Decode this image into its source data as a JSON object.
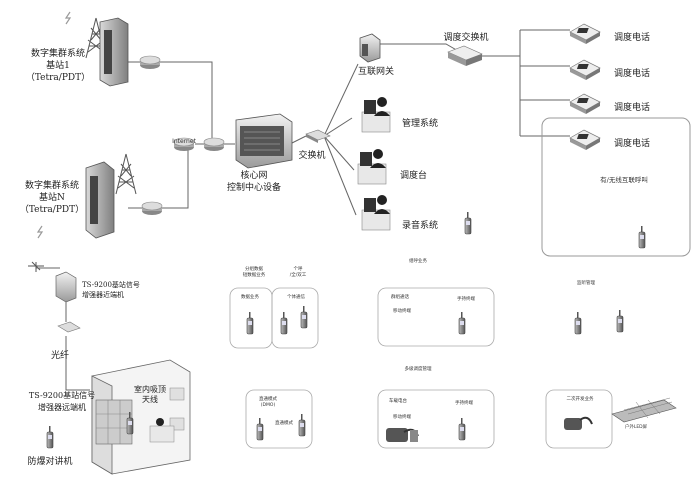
{
  "labels": {
    "bs1_l1": "数字集群系统",
    "bs1_l2": "基站1",
    "bs1_l3": "（Tetra/PDT）",
    "bsn_l1": "数字集群系统",
    "bsn_l2": "基站N",
    "bsn_l3": "（Tetra/PDT）",
    "internet": "Internet",
    "core_l1": "核心网",
    "core_l2": "控制中心设备",
    "switch": "交换机",
    "gateway": "互联网关",
    "dispatch_switch": "调度交换机",
    "mgmt": "管理系统",
    "console": "调度台",
    "recorder": "录音系统",
    "phone": "调度电话",
    "wired_wireless": "有/无线互联呼叫",
    "remote_l1": "TS-9200基站信号",
    "remote_l2": "增强器近端机",
    "fiber": "光纤",
    "far_l1": "TS-9200基站信号",
    "far_l2": "增强器远端机",
    "indoor_ant_l1": "室内吸顶",
    "indoor_ant_l2": "天线",
    "explosion_radio": "防爆对讲机",
    "grp_data_title_l1": "分组数据",
    "grp_data_title_l2": "短数据业务",
    "single_title_l1": "个呼",
    "single_title_l2": "/全/双工",
    "data_service": "数据业务",
    "individual_call": "个体通信",
    "group_call_title": "组呼业务",
    "group_comm": "群组通话",
    "mobile_terminal": "移动终端",
    "handheld_terminal": "手持终端",
    "monitor_title": "监听管理",
    "dispatch_mgmt_title": "多级调度管理",
    "vehicle_station": "车载电台",
    "direct_mode": "直通模式",
    "dmo": "(DMO)",
    "direct_mode2": "直通模式",
    "secondary_dev": "二次开发业务",
    "outdoor_led": "户外LED屏"
  },
  "colors": {
    "line": "#666666",
    "box_border": "#999999",
    "text": "#222222"
  }
}
